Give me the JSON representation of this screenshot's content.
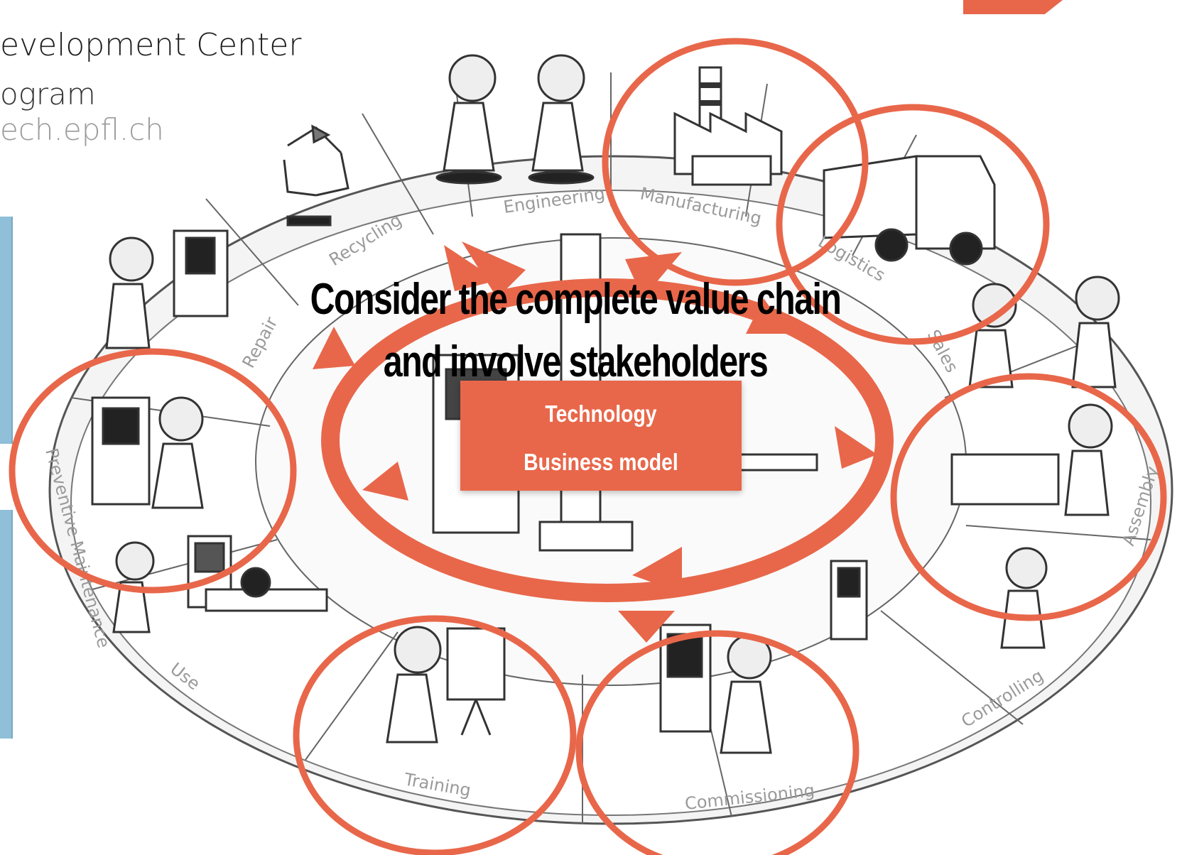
{
  "header": {
    "line1": "evelopment Center",
    "line2": "ogram",
    "line3": "ech.epfl.ch"
  },
  "headline": {
    "line1": "Consider the complete value chain",
    "line2": "and involve stakeholders"
  },
  "center_box": {
    "line1": "Technology",
    "line2": "Business model"
  },
  "stages": [
    "Engineering",
    "Manufacturing",
    "Logistics",
    "Sales",
    "Assembly",
    "Controlling",
    "Commissioning",
    "Training",
    "Use",
    "Preventive Maintenance",
    "Repair",
    "Recycling"
  ],
  "colors": {
    "accent": "#e8674a",
    "card": "#8fbfd9",
    "ring": "#f2f2f2",
    "label": "#9a9a9a"
  }
}
